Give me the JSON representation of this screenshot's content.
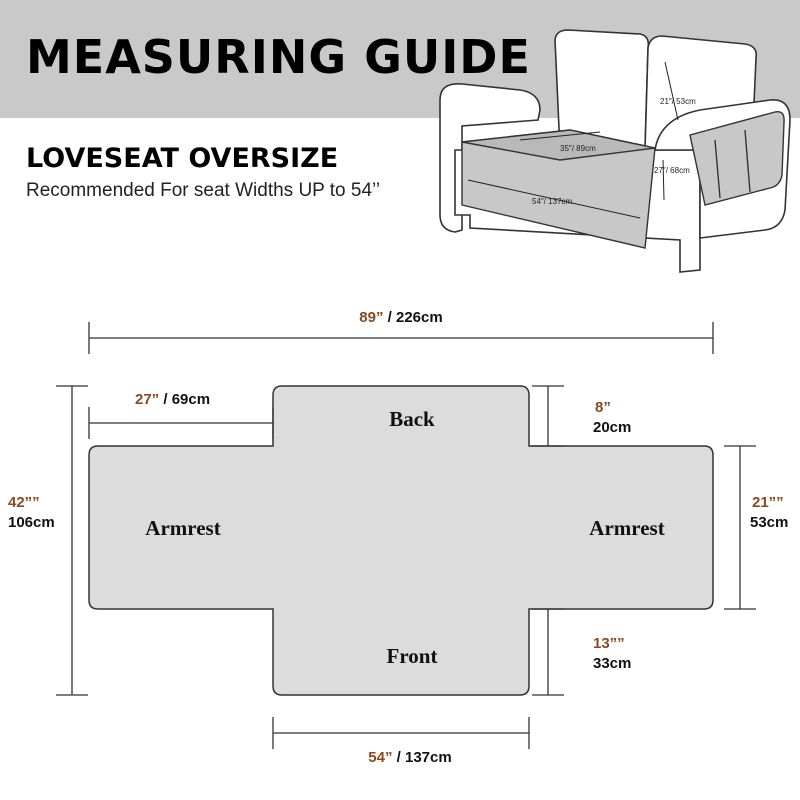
{
  "header": {
    "title": "MEASURING GUIDE",
    "subtitle": "LOVESEAT OVERSIZE",
    "recommendation": "Recommended For seat Widths UP to 54’’"
  },
  "sofa_labels": {
    "back_height": "21″/ 53cm",
    "seat_depth": "35″/ 89cm",
    "arm_height": "27″/ 68cm",
    "seat_width": "54″/ 137cm"
  },
  "cover_labels": {
    "back": "Back",
    "front": "Front",
    "armrest_left": "Armrest",
    "armrest_right": "Armrest"
  },
  "dimensions": {
    "total_width": {
      "inch": "89”",
      "cm": " / 226cm"
    },
    "arm_width": {
      "inch": "27”",
      "cm": " / 69cm"
    },
    "back_depth": {
      "inch": "8”",
      "cm": "20cm"
    },
    "total_height": {
      "inch": "42””",
      "cm": "106cm"
    },
    "arm_height": {
      "inch": "21””",
      "cm": "53cm"
    },
    "front_depth": {
      "inch": "13””",
      "cm": "33cm"
    },
    "seat_width": {
      "inch": "54”",
      "cm": " / 137cm"
    }
  },
  "colors": {
    "banner": "#c9c9c9",
    "cover_fill": "#dcdcdc",
    "inch_text": "#8a4a1e",
    "line": "#333333"
  }
}
